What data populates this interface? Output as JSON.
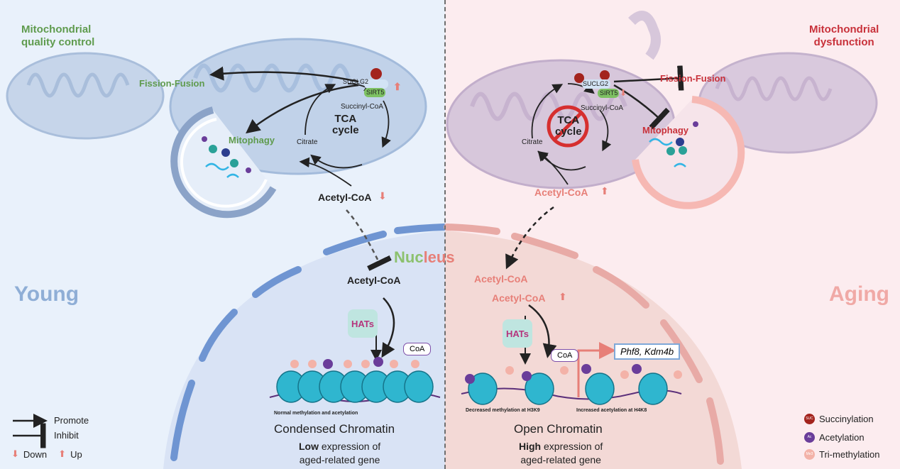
{
  "left": {
    "title": "Mitochondrial quality control",
    "title_line1": "Mitochondrial",
    "title_line2": "quality control",
    "fission_fusion": "Fission-Fusion",
    "mitophagy": "Mitophagy",
    "suclg2": "SUCLG2",
    "sirt5": "SIRT5",
    "succinyl_coa": "Succinyl-CoA",
    "tca": "TCA",
    "cycle": "cycle",
    "citrate": "Citrate",
    "acetyl_coa_mito": "Acetyl-CoA",
    "acetyl_coa_nucleus": "Acetyl-CoA",
    "side_label": "Young",
    "hats": "HATs",
    "coa": "CoA",
    "chromatin_note": "Normal methylation and acetylation",
    "chromatin_state": "Condensed Chromatin",
    "expression_bold": "Low",
    "expression_rest": " expression of",
    "expression_line2": "aged-related gene"
  },
  "right": {
    "title_line1": "Mitochondrial",
    "title_line2": "dysfunction",
    "fission_fusion": "Fission-Fusion",
    "mitophagy": "Mitophagy",
    "suclg2": "SUCLG2",
    "sirt5": "SIRT5",
    "succinyl_coa": "Succinyl-CoA",
    "tca": "TCA",
    "cycle": "cycle",
    "citrate": "Citrate",
    "acetyl_coa_mito": "Acetyl-CoA",
    "acetyl_coa_nucleus_1": "Acetyl-CoA",
    "acetyl_coa_nucleus_2": "Acetyl-CoA",
    "side_label": "Aging",
    "hats": "HATs",
    "coa": "CoA",
    "genes": "Phf8, Kdm4b",
    "note_h3k9": "Decreased methylation at H3K9",
    "note_h4k8": "Increased acetylation at H4K8",
    "chromatin_state": "Open Chromatin",
    "expression_bold": "High",
    "expression_rest": "  expression of",
    "expression_line2": "aged-related gene"
  },
  "nucleus": {
    "part1": "Nuc",
    "part2": "leus"
  },
  "legend_left": {
    "promote": "Promote",
    "inhibit": "Inhibit",
    "down": "Down",
    "up": "Up"
  },
  "legend_right": {
    "succinylation": "Succinylation",
    "acetylation": "Acetylation",
    "trimethylation": "Tri-methylation"
  },
  "marks": {
    "suc": "SUC",
    "ac": "Ac",
    "me3": "Me3"
  },
  "colors": {
    "left_bg": "#e9f1fb",
    "right_bg": "#fcecef",
    "young": "#8faed6",
    "aging": "#f0a9a6",
    "nucleosome": "#2fb6cf",
    "acetyl": "#6a3d9a",
    "methyl": "#f3b2a8",
    "succinyl": "#a3231d",
    "sirt5": "#7dc163",
    "green_text": "#5f9b4e",
    "red_text": "#c8313a"
  }
}
